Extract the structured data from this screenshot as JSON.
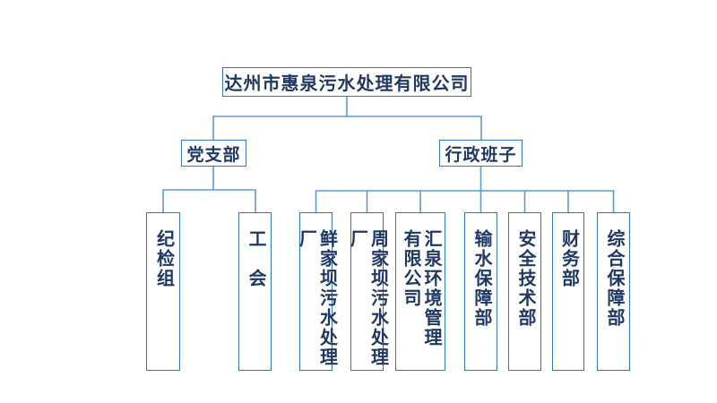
{
  "slide": {
    "background": "#ffffff"
  },
  "colors": {
    "text": "#1f3864",
    "box_border": "#2e75b6",
    "connector_line": "#5b9bd5"
  },
  "org": {
    "root": {
      "label": "达州市惠泉污水处理有限公司"
    },
    "branches": [
      {
        "label": "党支部",
        "children": [
          {
            "label": "纪检组"
          },
          {
            "label": "工　会"
          }
        ]
      },
      {
        "label": "行政班子",
        "children": [
          {
            "label": "鲜家坝污水处理厂"
          },
          {
            "label": "周家坝污水处理厂"
          },
          {
            "label": "汇泉环境管理\n有限公司"
          },
          {
            "label": "输水保障部"
          },
          {
            "label": "安全技术部"
          },
          {
            "label": "财务部"
          },
          {
            "label": "综合保障部"
          }
        ]
      }
    ]
  }
}
